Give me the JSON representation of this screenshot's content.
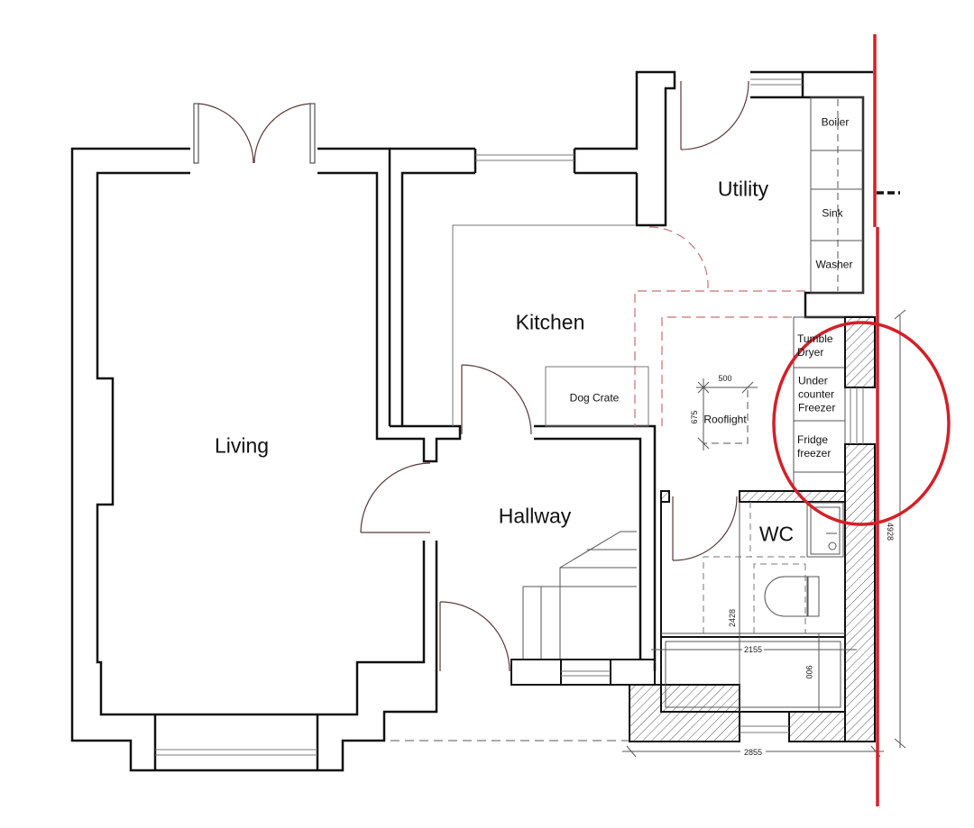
{
  "drawing": {
    "type": "floor-plan",
    "rooms": {
      "living": "Living",
      "kitchen": "Kitchen",
      "hallway": "Hallway",
      "utility": "Utility",
      "wc": "WC"
    },
    "fixtures": {
      "boiler": "Boiler",
      "sink": "Sink",
      "washer": "Washer",
      "tumble_dryer": "Tumble Dryer",
      "under_counter_freezer": "Under counter Freezer",
      "fridge_freezer": "Fridge freezer",
      "dog_crate": "Dog Crate",
      "rooflight": "Rooflight"
    },
    "dimensions": {
      "rooflight_width": "500",
      "rooflight_depth": "675",
      "wc_length": "2428",
      "bath_length": "2155",
      "bath_width": "900",
      "extension_width": "2855",
      "extension_depth": "4928"
    },
    "annotations": {
      "boundary_line_color": "#d42027",
      "highlight_circle_color": "#d42027",
      "proposed_lines_color": "#c87070",
      "hatch_color": "#555555"
    }
  }
}
